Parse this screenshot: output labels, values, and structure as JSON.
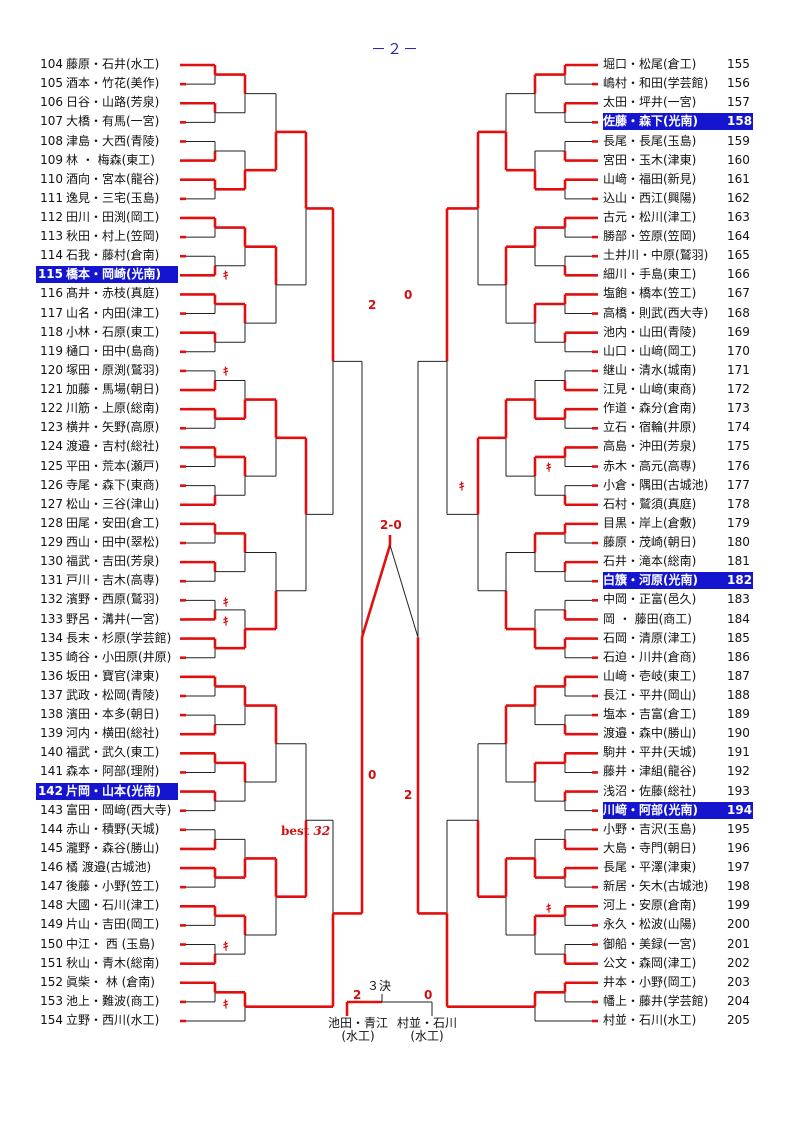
{
  "page_number": "－２－",
  "left_entries": [
    {
      "no": "104",
      "name": "藤原・石井(水工)",
      "highlight": false
    },
    {
      "no": "105",
      "name": "酒本・竹花(美作)",
      "highlight": false
    },
    {
      "no": "106",
      "name": "日谷・山路(芳泉)",
      "highlight": false
    },
    {
      "no": "107",
      "name": "大橋・有馬(一宮)",
      "highlight": false
    },
    {
      "no": "108",
      "name": "津島・大西(青陵)",
      "highlight": false
    },
    {
      "no": "109",
      "name": "林 ・ 梅森(東工)",
      "highlight": false
    },
    {
      "no": "110",
      "name": "酒向・宮本(龍谷)",
      "highlight": false
    },
    {
      "no": "111",
      "name": "逸見・三宅(玉島)",
      "highlight": false
    },
    {
      "no": "112",
      "name": "田川・田渕(岡工)",
      "highlight": false
    },
    {
      "no": "113",
      "name": "秋田・村上(笠岡)",
      "highlight": false
    },
    {
      "no": "114",
      "name": "石我・藤村(倉南)",
      "highlight": false
    },
    {
      "no": "115",
      "name": "橋本・岡崎(光南)",
      "highlight": true
    },
    {
      "no": "116",
      "name": "髙井・赤枝(真庭)",
      "highlight": false
    },
    {
      "no": "117",
      "name": "山名・内田(津工)",
      "highlight": false
    },
    {
      "no": "118",
      "name": "小林・石原(東工)",
      "highlight": false
    },
    {
      "no": "119",
      "name": "樋口・田中(島商)",
      "highlight": false
    },
    {
      "no": "120",
      "name": "塚田・原渕(鷲羽)",
      "highlight": false
    },
    {
      "no": "121",
      "name": "加藤・馬場(朝日)",
      "highlight": false
    },
    {
      "no": "122",
      "name": "川筋・上原(総南)",
      "highlight": false
    },
    {
      "no": "123",
      "name": "横井・矢野(高原)",
      "highlight": false
    },
    {
      "no": "124",
      "name": "渡邉・吉村(総社)",
      "highlight": false
    },
    {
      "no": "125",
      "name": "平田・荒本(瀬戸)",
      "highlight": false
    },
    {
      "no": "126",
      "name": "寺尾・森下(東商)",
      "highlight": false
    },
    {
      "no": "127",
      "name": "松山・三谷(津山)",
      "highlight": false
    },
    {
      "no": "128",
      "name": "田尾・安田(倉工)",
      "highlight": false
    },
    {
      "no": "129",
      "name": "西山・田中(翠松)",
      "highlight": false
    },
    {
      "no": "130",
      "name": "福武・吉田(芳泉)",
      "highlight": false
    },
    {
      "no": "131",
      "name": "戸川・吉木(高専)",
      "highlight": false
    },
    {
      "no": "132",
      "name": "濱野・西原(鷲羽)",
      "highlight": false
    },
    {
      "no": "133",
      "name": "野呂・溝井(一宮)",
      "highlight": false
    },
    {
      "no": "134",
      "name": "長末・杉原(学芸館)",
      "highlight": false
    },
    {
      "no": "135",
      "name": "崎谷・小田原(井原)",
      "highlight": false
    },
    {
      "no": "136",
      "name": "坂田・寶官(津東)",
      "highlight": false
    },
    {
      "no": "137",
      "name": "武政・松岡(青陵)",
      "highlight": false
    },
    {
      "no": "138",
      "name": "濱田・本多(朝日)",
      "highlight": false
    },
    {
      "no": "139",
      "name": "河内・横田(総社)",
      "highlight": false
    },
    {
      "no": "140",
      "name": "福武・武久(東工)",
      "highlight": false
    },
    {
      "no": "141",
      "name": "森本・阿部(理附)",
      "highlight": false
    },
    {
      "no": "142",
      "name": "片岡・山本(光南)",
      "highlight": true
    },
    {
      "no": "143",
      "name": "富田・岡﨑(西大寺)",
      "highlight": false
    },
    {
      "no": "144",
      "name": "赤山・積野(天城)",
      "highlight": false
    },
    {
      "no": "145",
      "name": "瀧野・森谷(勝山)",
      "highlight": false
    },
    {
      "no": "146",
      "name": "橘 渡邉(古城池)",
      "highlight": false
    },
    {
      "no": "147",
      "name": "後藤・小野(笠工)",
      "highlight": false
    },
    {
      "no": "148",
      "name": "大國・石川(津工)",
      "highlight": false
    },
    {
      "no": "149",
      "name": "片山・吉田(岡工)",
      "highlight": false
    },
    {
      "no": "150",
      "name": "中江・ 西 (玉島)",
      "highlight": false
    },
    {
      "no": "151",
      "name": "秋山・青木(総南)",
      "highlight": false
    },
    {
      "no": "152",
      "name": "眞柴・ 林 (倉南)",
      "highlight": false
    },
    {
      "no": "153",
      "name": "池上・難波(商工)",
      "highlight": false
    },
    {
      "no": "154",
      "name": "立野・西川(水工)",
      "highlight": false
    }
  ],
  "right_entries": [
    {
      "no": "155",
      "name": "堀口・松尾(倉工)",
      "highlight": false
    },
    {
      "no": "156",
      "name": "嶋村・和田(学芸館)",
      "highlight": false
    },
    {
      "no": "157",
      "name": "太田・坪井(一宮)",
      "highlight": false
    },
    {
      "no": "158",
      "name": "佐藤・森下(光南)",
      "highlight": true
    },
    {
      "no": "159",
      "name": "長尾・長尾(玉島)",
      "highlight": false
    },
    {
      "no": "160",
      "name": "宮田・玉木(津東)",
      "highlight": false
    },
    {
      "no": "161",
      "name": "山﨑・福田(新見)",
      "highlight": false
    },
    {
      "no": "162",
      "name": "込山・西江(興陽)",
      "highlight": false
    },
    {
      "no": "163",
      "name": "古元・松川(津工)",
      "highlight": false
    },
    {
      "no": "164",
      "name": "勝部・笠原(笠岡)",
      "highlight": false
    },
    {
      "no": "165",
      "name": "土井川・中原(鷲羽)",
      "highlight": false
    },
    {
      "no": "166",
      "name": "細川・手島(東工)",
      "highlight": false
    },
    {
      "no": "167",
      "name": "塩飽・橋本(笠工)",
      "highlight": false
    },
    {
      "no": "168",
      "name": "高橋・則武(西大寺)",
      "highlight": false
    },
    {
      "no": "169",
      "name": "池内・山田(青陵)",
      "highlight": false
    },
    {
      "no": "170",
      "name": "山口・山﨑(岡工)",
      "highlight": false
    },
    {
      "no": "171",
      "name": "継山・清水(城南)",
      "highlight": false
    },
    {
      "no": "172",
      "name": "江見・山﨑(東商)",
      "highlight": false
    },
    {
      "no": "173",
      "name": "作道・森分(倉南)",
      "highlight": false
    },
    {
      "no": "174",
      "name": "立石・宿輪(井原)",
      "highlight": false
    },
    {
      "no": "175",
      "name": "高島・沖田(芳泉)",
      "highlight": false
    },
    {
      "no": "176",
      "name": "赤木・高元(高専)",
      "highlight": false
    },
    {
      "no": "177",
      "name": "小倉・隅田(古城池)",
      "highlight": false
    },
    {
      "no": "178",
      "name": "石村・鷲須(真庭)",
      "highlight": false
    },
    {
      "no": "179",
      "name": "目黒・岸上(倉敷)",
      "highlight": false
    },
    {
      "no": "180",
      "name": "藤原・茂崎(朝日)",
      "highlight": false
    },
    {
      "no": "181",
      "name": "石井・滝本(総南)",
      "highlight": false
    },
    {
      "no": "182",
      "name": "白籏・河原(光南)",
      "highlight": true
    },
    {
      "no": "183",
      "name": "中岡・正富(邑久)",
      "highlight": false
    },
    {
      "no": "184",
      "name": "岡 ・ 藤田(商工)",
      "highlight": false
    },
    {
      "no": "185",
      "name": "石岡・清原(津工)",
      "highlight": false
    },
    {
      "no": "186",
      "name": "石迫・川井(倉商)",
      "highlight": false
    },
    {
      "no": "187",
      "name": "山﨑・壱岐(東工)",
      "highlight": false
    },
    {
      "no": "188",
      "name": "長江・平井(岡山)",
      "highlight": false
    },
    {
      "no": "189",
      "name": "塩本・吉富(倉工)",
      "highlight": false
    },
    {
      "no": "190",
      "name": "渡邉・森中(勝山)",
      "highlight": false
    },
    {
      "no": "191",
      "name": "駒井・平井(天城)",
      "highlight": false
    },
    {
      "no": "192",
      "name": "藤井・津組(龍谷)",
      "highlight": false
    },
    {
      "no": "193",
      "name": "浅沼・佐藤(総社)",
      "highlight": false
    },
    {
      "no": "194",
      "name": "川﨑・阿部(光南)",
      "highlight": true
    },
    {
      "no": "195",
      "name": "小野・吉沢(玉島)",
      "highlight": false
    },
    {
      "no": "196",
      "name": "大島・寺門(朝日)",
      "highlight": false
    },
    {
      "no": "197",
      "name": "長尾・平澤(津東)",
      "highlight": false
    },
    {
      "no": "198",
      "name": "新居・矢木(古城池)",
      "highlight": false
    },
    {
      "no": "199",
      "name": "河上・安原(倉南)",
      "highlight": false
    },
    {
      "no": "200",
      "name": "永久・松波(山陽)",
      "highlight": false
    },
    {
      "no": "201",
      "name": "御船・美録(一宮)",
      "highlight": false
    },
    {
      "no": "202",
      "name": "公文・森岡(津工)",
      "highlight": false
    },
    {
      "no": "203",
      "name": "井本・小野(岡工)",
      "highlight": false
    },
    {
      "no": "204",
      "name": "幡上・藤井(学芸館)",
      "highlight": false
    },
    {
      "no": "205",
      "name": "村並・石川(水工)",
      "highlight": false
    }
  ],
  "scores": {
    "left_top_semi": "2",
    "left_bottom_semi": "0",
    "final": "2-0",
    "right_top_semi": "0",
    "right_bottom_semi": "2",
    "third_left": "2",
    "third_right": "0"
  },
  "forfeit_mark": "ｷ",
  "best_label_text": "best ",
  "best_label_num": "32",
  "third_place": {
    "title": "３決",
    "left_line1": "池田・青江",
    "left_line2": "(水工)",
    "right_line1": "村並・石川",
    "right_line2": "(水工)"
  },
  "colors": {
    "bracket_win": "#e01010",
    "bracket_line": "#222222",
    "highlight_bg": "#1515d0"
  }
}
